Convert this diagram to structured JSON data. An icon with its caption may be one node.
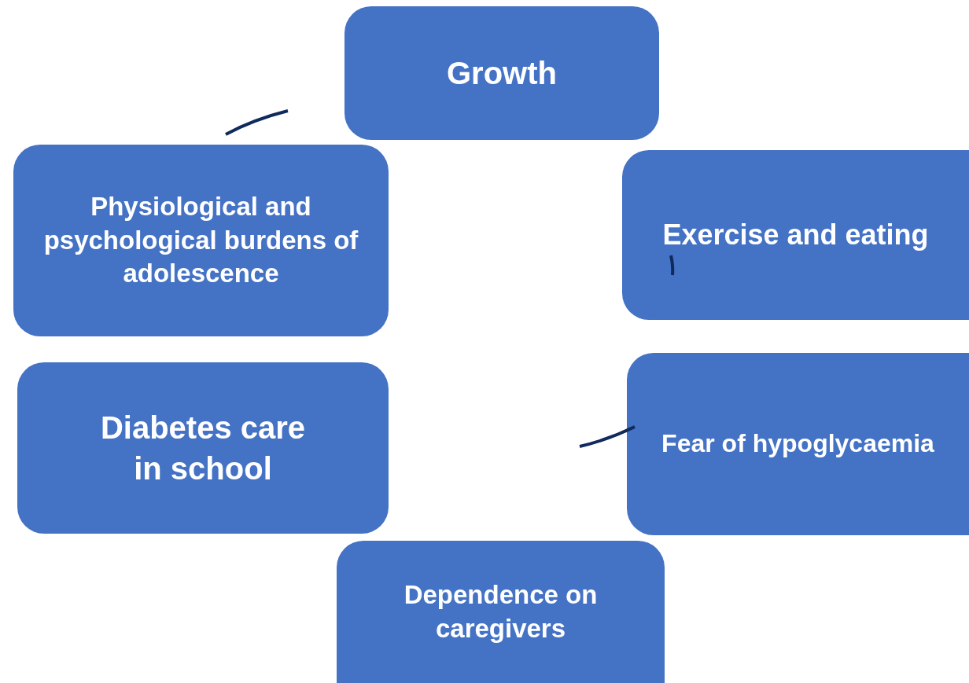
{
  "diagram": {
    "nodes": [
      {
        "text": [
          "Growth"
        ]
      },
      {
        "text": [
          "Physiological and psychological burdens of adolescence"
        ]
      },
      {
        "text": [
          "Exercise and eating"
        ]
      },
      {
        "text": [
          "Diabetes care in school"
        ]
      },
      {
        "text": [
          "Fear of hypoglycaemia"
        ]
      },
      {
        "text": [
          "Dependence on caregivers"
        ]
      }
    ]
  }
}
